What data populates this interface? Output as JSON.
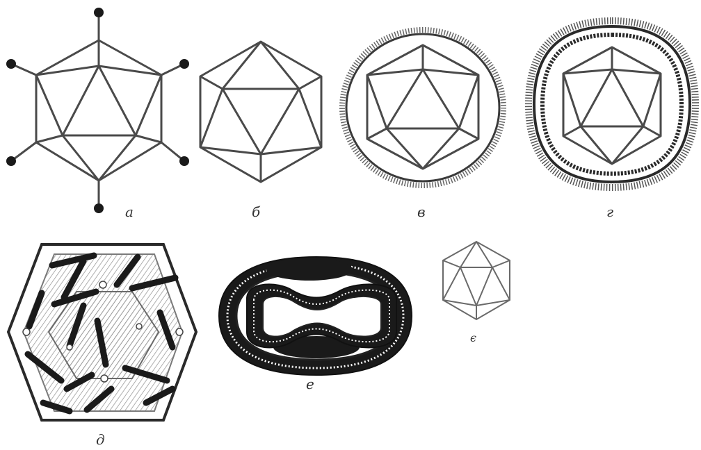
{
  "panels": [
    {
      "id": "a",
      "label": "а"
    },
    {
      "id": "b",
      "label": "б"
    },
    {
      "id": "v",
      "label": "в"
    },
    {
      "id": "g",
      "label": "г"
    },
    {
      "id": "d",
      "label": "д"
    },
    {
      "id": "e",
      "label": "е"
    },
    {
      "id": "zh",
      "label": "є"
    }
  ],
  "colors": {
    "line": "#4a4a4a",
    "dark": "#1a1a1a",
    "hatch": "#9a9a9a",
    "background": "#ffffff"
  }
}
